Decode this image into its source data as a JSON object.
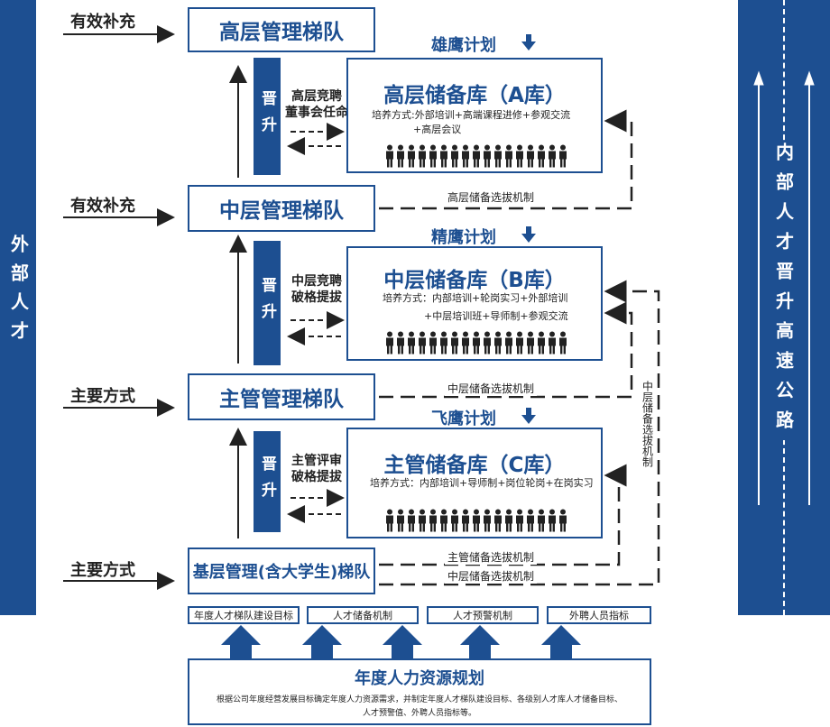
{
  "left_strip": {
    "label": "外部人才"
  },
  "right_strip": {
    "label": "内部人才晋升高速公路"
  },
  "side_labels": [
    "有效补充",
    "有效补充",
    "主要方式",
    "主要方式"
  ],
  "tiers": {
    "senior": "高层管理梯队",
    "middle": "中层管理梯队",
    "supervisor": "主管管理梯队",
    "base": "基层管理(含大学生)梯队"
  },
  "promotion": {
    "label": "晋升"
  },
  "promo_texts": {
    "a": [
      "高层竞聘",
      "董事会任命"
    ],
    "b": [
      "中层竞聘",
      "破格提拔"
    ],
    "c": [
      "主管评审",
      "破格提拔"
    ]
  },
  "plans": {
    "a": "雄鹰计划",
    "b": "精鹰计划",
    "c": "飞鹰计划"
  },
  "libraries": {
    "a": {
      "title": "高层储备库（A库）",
      "training": [
        "培养方式:外部培训+高端课程进修+参观交流",
        "+高层会议"
      ]
    },
    "b": {
      "title": "中层储备库（B库）",
      "training": [
        "培养方式：内部培训+轮岗实习+外部培训",
        "+中层培训班+导师制+参观交流"
      ]
    },
    "c": {
      "title": "主管储备库（C库）",
      "training": [
        "培养方式：内部培训+导师制+岗位轮岗+在岗实习"
      ]
    }
  },
  "mechanisms": {
    "senior": "高层储备选拔机制",
    "middle_upper": "中层储备选拔机制",
    "supervisor": "主管储备选拔机制",
    "middle_lower": "中层储备选拔机制",
    "vertical": "中层储备选拔机制"
  },
  "bottom_boxes": [
    "年度人才梯队建设目标",
    "人才储备机制",
    "人才预警机制",
    "外聘人员指标"
  ],
  "hr_plan": {
    "title": "年度人力资源规划",
    "desc": [
      "根据公司年度经营发展目标确定年度人力资源需求，并制定年度人才梯队建设目标、各级别人才库人才储备目标、",
      "人才预警值、外聘人员指标等。"
    ]
  },
  "colors": {
    "primary": "#1d4f91",
    "arrow": "#222222"
  }
}
